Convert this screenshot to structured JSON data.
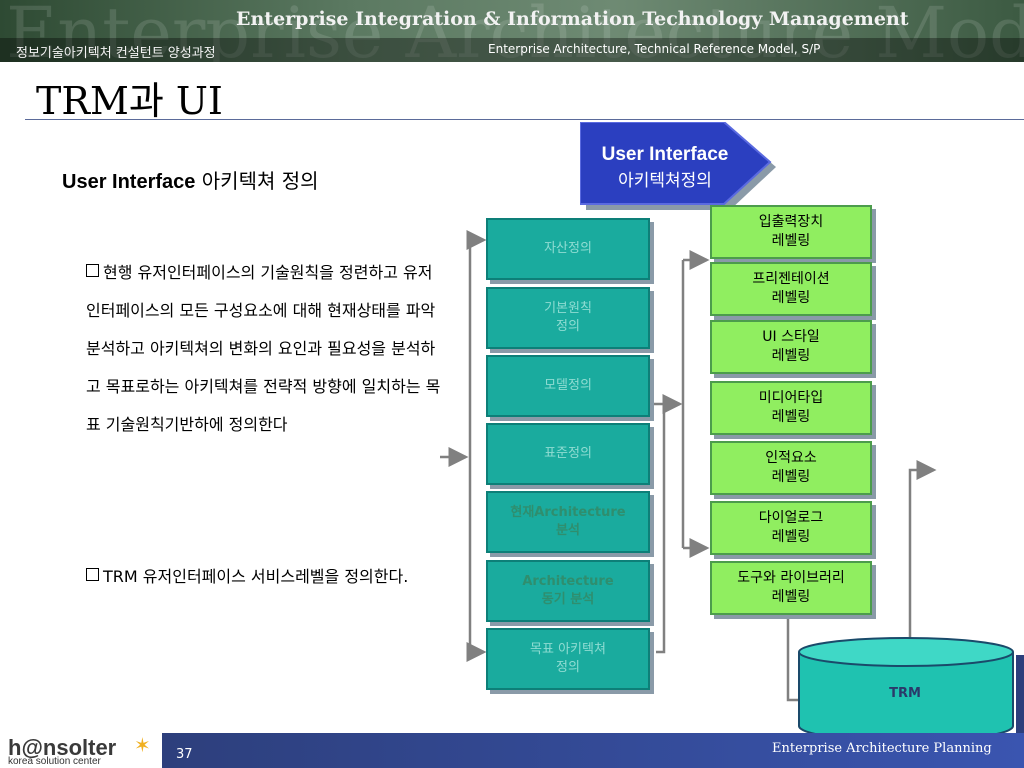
{
  "banner": {
    "title": "Enterprise Integration & Information Technology Management",
    "watermark": "Enterprise Architecture Mod",
    "left_text": "정보기술아키텍처 컨설턴트 양성과정",
    "mid_text": "Enterprise Architecture, Technical Reference Model, S/P"
  },
  "page_title": "TRM과 UI",
  "subtitle": {
    "bold": "User Interface",
    "rest": " 아키텍쳐 정의"
  },
  "para1": "현행 유저인터페이스의 기술원칙을 정련하고 유저인터페이스의 모든 구성요소에 대해 현재상태를 파악 분석하고 아키텍쳐의 변화의 요인과 필요성을 분석하고 목표로하는 아키텍쳐를 전략적 방향에 일치하는 목표 기술원칙기반하에 정의한다",
  "para2": "TRM 유저인터페이스 서비스레벨을 정의한다.",
  "arrow_label": {
    "line1": "User Interface",
    "line2": "아키텍쳐정의"
  },
  "left_steps": [
    "자산정의",
    "기본원칙\n정의",
    "모델정의",
    "표준정의",
    "현재Architecture\n분석",
    "Architecture\n동기 분석",
    "목표 아키텍쳐\n정의"
  ],
  "right_levels": [
    "입출력장치\n레벨링",
    "프리젠테이션\n레벨링",
    "UI 스타일\n레벨링",
    "미디어타입\n레벨링",
    "인적요소\n레벨링",
    "다이얼로그\n레벨링",
    "도구와 라이브러리\n레벨링"
  ],
  "cylinder_label": "TRM",
  "footer": {
    "page_number": "37",
    "right_text": "Enterprise Architecture Planning",
    "logo": "h@nsolter",
    "logo_sub": "korea solution center"
  },
  "colors": {
    "teal_box": "#1aab9e",
    "green_box": "#90ee60",
    "arrow_blue": "#2b3fc0",
    "cylinder": "#1fc2b0",
    "footer_blue": "#2d3f7c"
  }
}
